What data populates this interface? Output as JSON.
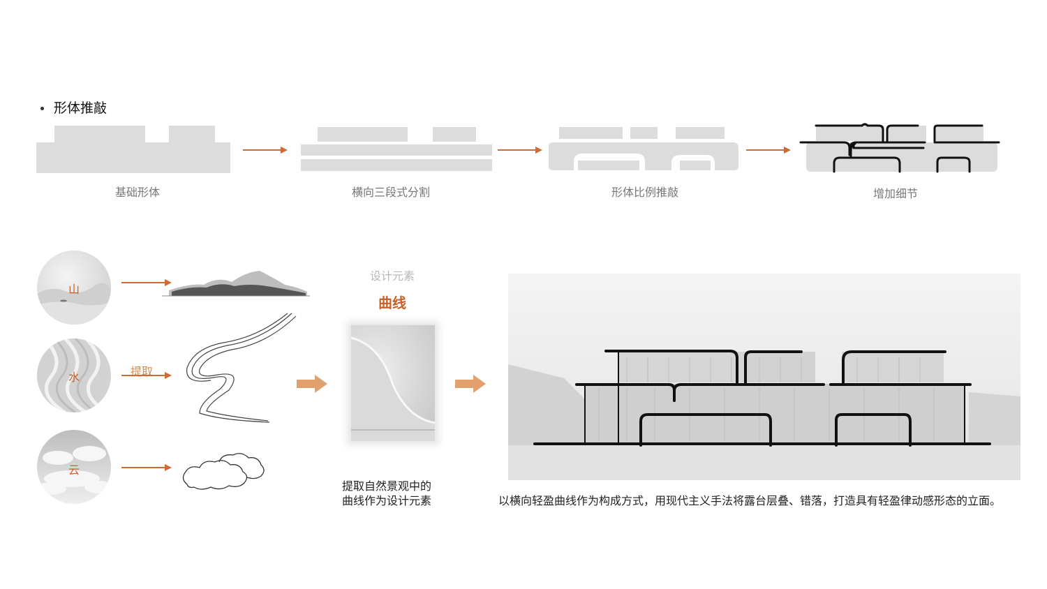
{
  "section": {
    "title": "形体推敲"
  },
  "steps": [
    {
      "label": "基础形体"
    },
    {
      "label": "横向三段式分割"
    },
    {
      "label": "形体比例推敲"
    },
    {
      "label": "增加细节"
    }
  ],
  "elements": [
    {
      "label": "山"
    },
    {
      "label": "水"
    },
    {
      "label": "云"
    }
  ],
  "extract_label": "提取",
  "design": {
    "subtitle": "设计元素",
    "keyword": "曲线"
  },
  "caption_left": [
    "提取自然景观中的",
    "曲线作为设计元素"
  ],
  "caption_right": "以横向轻盈曲线作为构成方式，用现代主义手法将露台层叠、错落，打造具有轻盈律动感形态的立面。",
  "colors": {
    "accent": "#c8602a",
    "arrow": "#d98a4e",
    "block": "#dcdcdc",
    "text_gray": "#777777"
  }
}
